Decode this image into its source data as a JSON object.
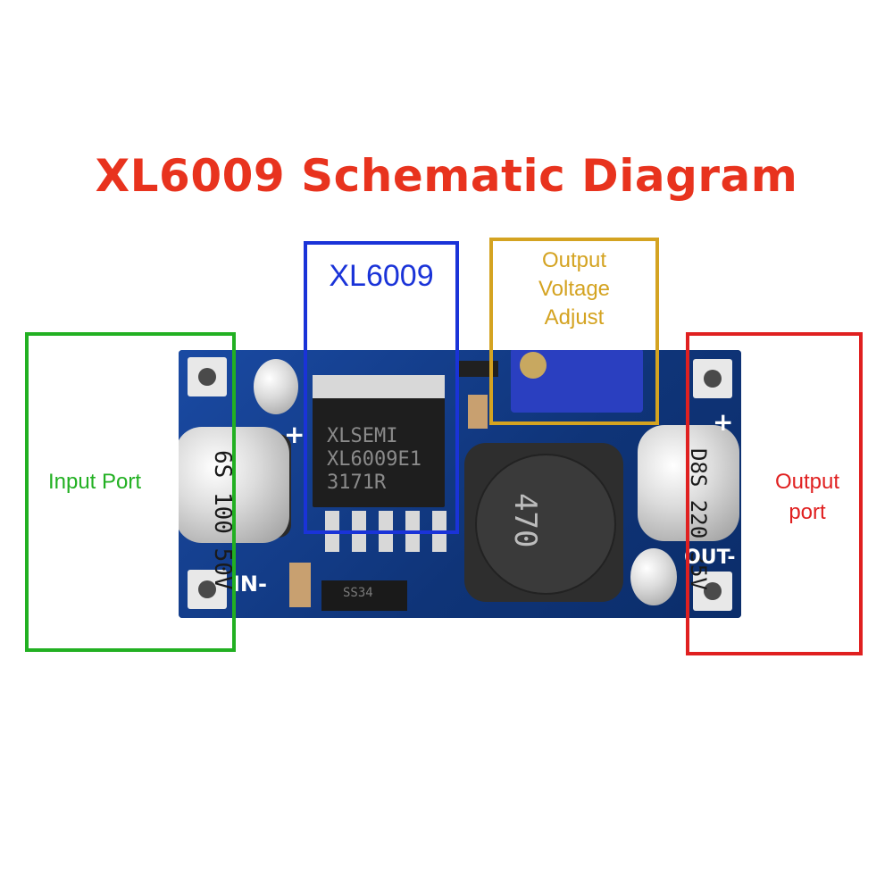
{
  "title": "XL6009 Schematic Diagram",
  "colors": {
    "title": "#e8331e",
    "input": "#22b022",
    "chip": "#1a33d8",
    "adjust": "#d4a321",
    "output": "#e02020",
    "pcb": "#123a86"
  },
  "labels": {
    "input_port": "Input Port",
    "chip": "XL6009",
    "adjust_line1": "Output",
    "adjust_line2": "Voltage",
    "adjust_line3": "Adjust",
    "output_line1": "Output",
    "output_line2": "port"
  },
  "board": {
    "ic_marking": [
      "XLSEMI",
      "XL6009E1",
      "3171R"
    ],
    "cap_left": "6S 100 50V",
    "cap_right": "D8S 220 35V",
    "inductor": "470",
    "diode": "SS34",
    "silk_plus_left": "+",
    "silk_plus_right": "+",
    "silk_in_minus": "IN-",
    "silk_out_minus": "OUT-"
  }
}
